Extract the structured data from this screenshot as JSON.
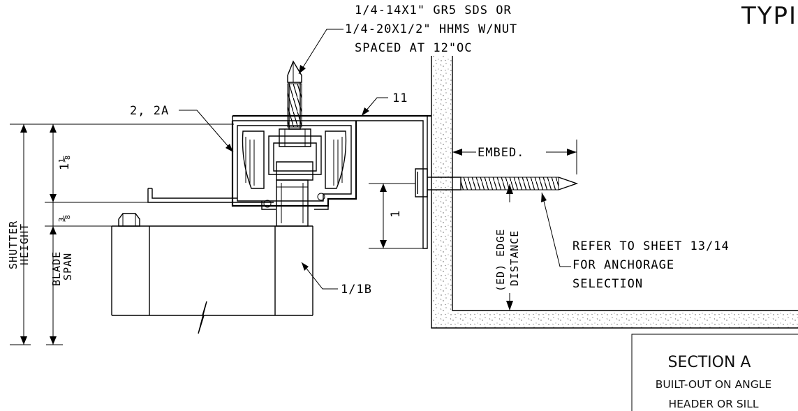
{
  "title_partial": "TYPIC",
  "callouts": {
    "screw_line1": "1/4-14X1\" GR5 SDS OR",
    "screw_line2": "1/4-20X1/2\" HHMS W/NUT",
    "screw_line3": "SPACED AT 12\"OC",
    "part_2_2a": "2, 2A",
    "part_11": "11",
    "part_1_1b": "1/1B",
    "embed": "EMBED.",
    "refer_line1": "REFER TO SHEET 13/14",
    "refer_line2": "FOR ANCHORAGE",
    "refer_line3": "SELECTION"
  },
  "dimensions": {
    "shutter_height_1": "SHUTTER",
    "shutter_height_2": "HEIGHT",
    "blade_span_1": "BLADE",
    "blade_span_2": "SPAN",
    "dim_1_1_8": "1⅛",
    "dim_3_8": "⅜",
    "dim_1": "1",
    "edge_distance_1": "(ED) EDGE",
    "edge_distance_2": "DISTANCE"
  },
  "section_box": {
    "title": "SECTION A",
    "line1": "BUILT-OUT ON ANGLE",
    "line2": "HEADER OR SILL"
  },
  "colors": {
    "ink": "#000000",
    "concrete_stipple": "#555555"
  }
}
